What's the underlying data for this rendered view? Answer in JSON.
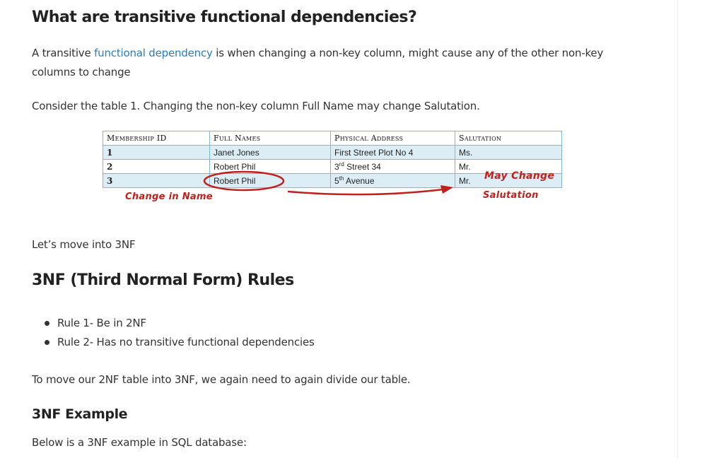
{
  "heading_main": "What are transitive functional dependencies?",
  "intro": {
    "before_link": "A transitive ",
    "link_text": "functional dependency",
    "after_link": " is when changing a non-key column, might cause any of the other non-key columns to change"
  },
  "consider_text": "Consider the table 1. Changing the non-key column Full Name may change Salutation.",
  "figure": {
    "headers": [
      "Membership ID",
      "Full Names",
      "Physical Address",
      "Salutation"
    ],
    "rows": [
      {
        "id": "1",
        "name": "Janet Jones",
        "addr_num": "",
        "addr_sup": "",
        "addr_rest": "First Street Plot No 4",
        "salutation": "Ms."
      },
      {
        "id": "2",
        "name": "Robert Phil",
        "addr_num": "3",
        "addr_sup": "rd",
        "addr_rest": " Street 34",
        "salutation": "Mr."
      },
      {
        "id": "3",
        "name": "Robert Phil",
        "addr_num": "5",
        "addr_sup": "th",
        "addr_rest": " Avenue",
        "salutation": "Mr."
      }
    ],
    "annotation_change": "Change in Name",
    "annotation_may": "May Change",
    "annotation_salutation": "Salutation",
    "accent_color": "#c3201d"
  },
  "move_text": "Let’s move into 3NF",
  "heading_rules": "3NF (Third Normal Form) Rules",
  "rules": [
    "Rule 1- Be in 2NF",
    "Rule 2- Has no transitive functional dependencies"
  ],
  "divide_text": "To move our 2NF table into 3NF, we again need to again divide our table.",
  "heading_example": "3NF Example",
  "example_text": "Below is a 3NF example in SQL database:",
  "link_color": "#2b7bb9"
}
